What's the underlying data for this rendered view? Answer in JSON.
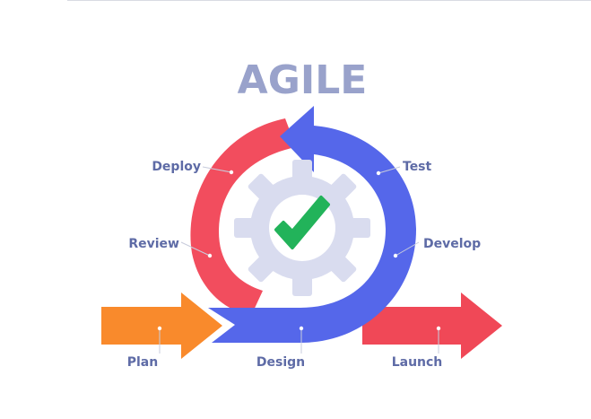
{
  "title": "AGILE",
  "stages": {
    "deploy": "Deploy",
    "review": "Review",
    "plan": "Plan",
    "design": "Design",
    "launch": "Launch",
    "test": "Test",
    "develop": "Develop"
  },
  "colors": {
    "title": "#99a2cb",
    "label": "#5e6ba6",
    "red_arc": "#f24d5e",
    "blue_arc": "#5567ea",
    "orange_arrow": "#f98a2c",
    "launch_arrow": "#f04857",
    "gear": "#d9dcef",
    "check": "#22b35a"
  },
  "icons": {
    "center": "gear-icon",
    "status": "checkmark-icon"
  }
}
